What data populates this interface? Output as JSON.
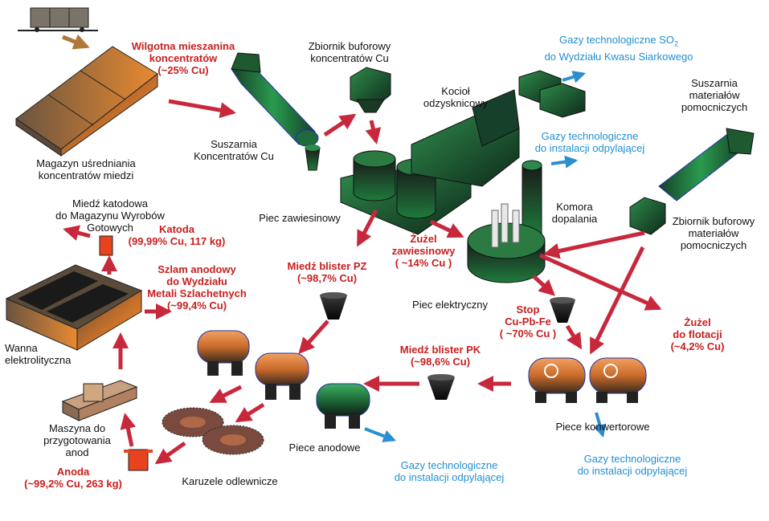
{
  "labels": {
    "wet_mixture": "Wilgotna mieszanina\nkoncentratów\n(~25% Cu)",
    "buffer_tank_cu": "Zbiornik buforowy\nkoncentratów Cu",
    "so2_gases": {
      "pre": "Gazy technologiczne SO",
      "sub": "2",
      "post": "do Wydziału Kwasu Siarkowego"
    },
    "boiler": "Kocioł\nodzysknicowy",
    "aux_dryer": "Suszarnia\nmateriałów\npomocniczych",
    "gases_dedust": "Gazy technologiczne\ndo instalacji odpylającej",
    "cu_dryer": "Suszarnia\nKoncentratów Cu",
    "storage": "Magazyn uśredniania\nkoncentratów miedzi",
    "cathode_copper": "Miedź katodowa\ndo Magazynu Wyrobów Gotowych",
    "flash_furnace": "Piec zawiesinowy",
    "afterburner": "Komora\ndopalania",
    "buffer_tank_aux": "Zbiornik buforowy\nmateriałów\npomocniczych",
    "cathode": "Katoda\n(99,99% Cu, 117 kg)",
    "slag_flash": "Żużel\nzawiesinowy\n( ~14% Cu )",
    "anode_slime": "Szlam anodowy\ndo Wydziału\nMetali Szlachetnych\n(~99,4% Cu)",
    "blister_pz": "Miedź blister PZ\n(~98,7% Cu)",
    "electric_furnace": "Piec elektryczny",
    "alloy": "Stop\nCu-Pb-Fe\n( ~70% Cu )",
    "slag_flotation": "Żużel\ndo flotacji\n(~4,2% Cu)",
    "tank": "Wanna\nelektrolityczna",
    "blister_pk": "Miedź blister PK\n(~98,6% Cu)",
    "converters": "Piece konwertorowe",
    "prep_machine": "Maszyna do\nprzygotowania\nanod",
    "anode_furnaces": "Piece anodowe",
    "anode": "Anoda\n(~99,2% Cu,  263 kg)",
    "casting_wheels": "Karuzele odlewnicze"
  },
  "colors": {
    "material_flow": "#c8283c",
    "gas_flow": "#2a8ed0",
    "equipment_green": "#1e7a3c",
    "equipment_copper": "#d8782a"
  }
}
